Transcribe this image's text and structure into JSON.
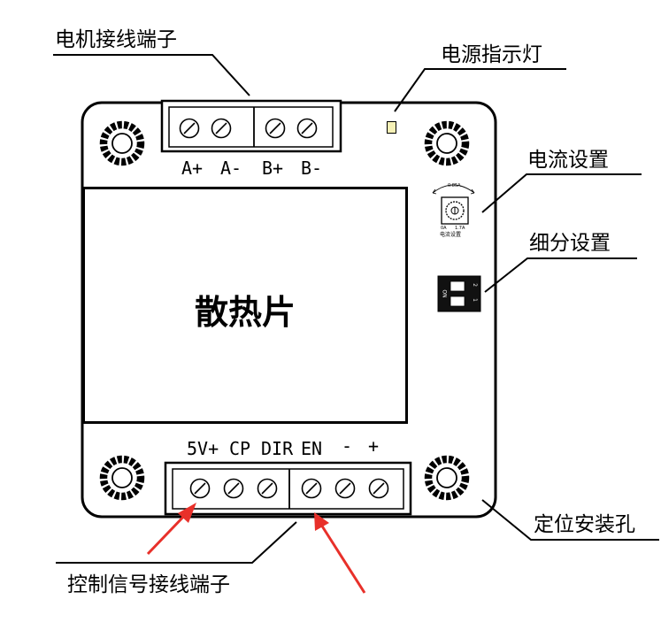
{
  "labels": {
    "motor_terminal": "电机接线端子",
    "power_indicator": "电源指示灯",
    "current_setting": "电流设置",
    "microstep_setting": "细分设置",
    "mounting_hole": "定位安装孔",
    "control_terminal": "控制信号接线端子",
    "heatsink": "散热片"
  },
  "motor_pins": [
    "A+",
    "A-",
    "B+",
    "B-"
  ],
  "control_pins": [
    "5V+",
    "CP",
    "DIR",
    "EN",
    "-",
    "+"
  ],
  "current_dial": {
    "top_value": "0.85A",
    "left_value": "0A",
    "right_value": "1.7A",
    "caption": "电流设置"
  },
  "dip_switch": {
    "on_label": "ON",
    "pos1": "1",
    "pos2": "2"
  },
  "colors": {
    "arrow": "#e8302a",
    "led": "#f6f1b6",
    "line": "#000000"
  }
}
